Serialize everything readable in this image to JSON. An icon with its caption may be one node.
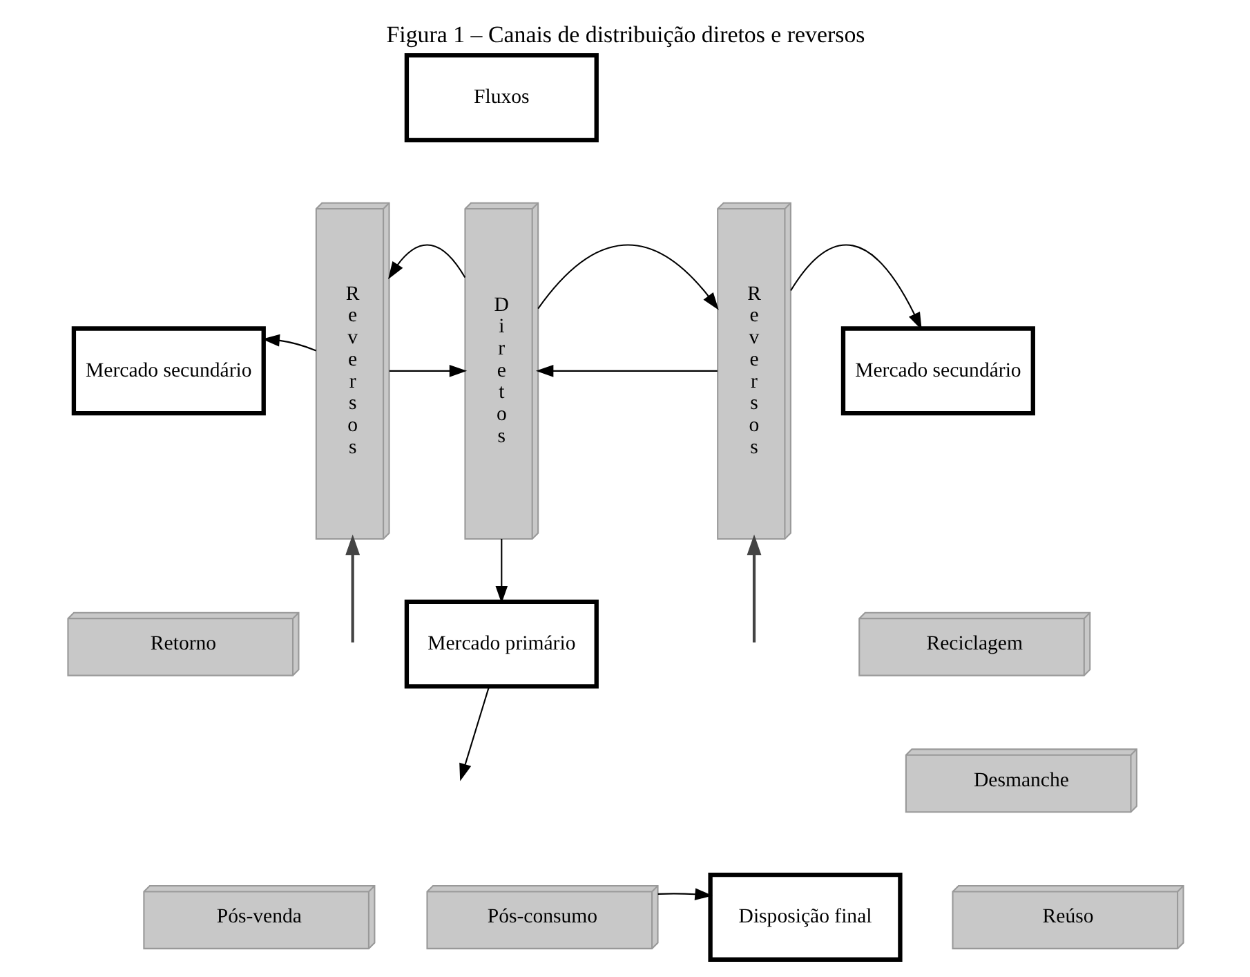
{
  "diagram": {
    "title": "Figura 1 – Canais de distribuição diretos e reversos",
    "nodes": [
      {
        "text": [
          "Fluxos"
        ]
      },
      {
        "text": [
          "R e v e r s o s"
        ]
      },
      {
        "text": [
          "D i r e t o s"
        ]
      },
      {
        "text": [
          "R e v e r s o s"
        ]
      },
      {
        "text": [
          "Mercado secundário"
        ]
      },
      {
        "text": [
          "Mercado secundário"
        ]
      },
      {
        "text": [
          "Retorno"
        ]
      },
      {
        "text": [
          "Reciclagem"
        ]
      },
      {
        "text": [
          "Desmanche"
        ]
      },
      {
        "text": [
          "Reúso"
        ]
      },
      {
        "text": [
          "Mercado primário"
        ]
      },
      {
        "text": [
          "Pós-venda"
        ]
      },
      {
        "text": [
          "Pós-consumo"
        ]
      },
      {
        "text": [
          "Disposição final"
        ]
      }
    ],
    "edges": [
      {
        "from": 1,
        "to": 2,
        "arrow": "to"
      },
      {
        "from": 3,
        "to": 2,
        "arrow": "to"
      },
      {
        "from": 1,
        "to": 4,
        "arrow": "to"
      },
      {
        "from": 3,
        "to": 5,
        "arrow": "to"
      },
      {
        "from": 2,
        "to": 1,
        "arrow": "to"
      },
      {
        "from": 2,
        "to": 3,
        "arrow": "to"
      },
      {
        "from": 2,
        "to": 10,
        "arrow": "to"
      },
      {
        "from": null,
        "to": 1,
        "arrow": "to",
        "color": "#444444"
      },
      {
        "from": null,
        "to": 3,
        "arrow": "to",
        "color": "#444444"
      },
      {
        "from": 10,
        "to": null,
        "arrow": "to"
      },
      {
        "from": 12,
        "to": 13,
        "arrow": "to"
      }
    ]
  }
}
